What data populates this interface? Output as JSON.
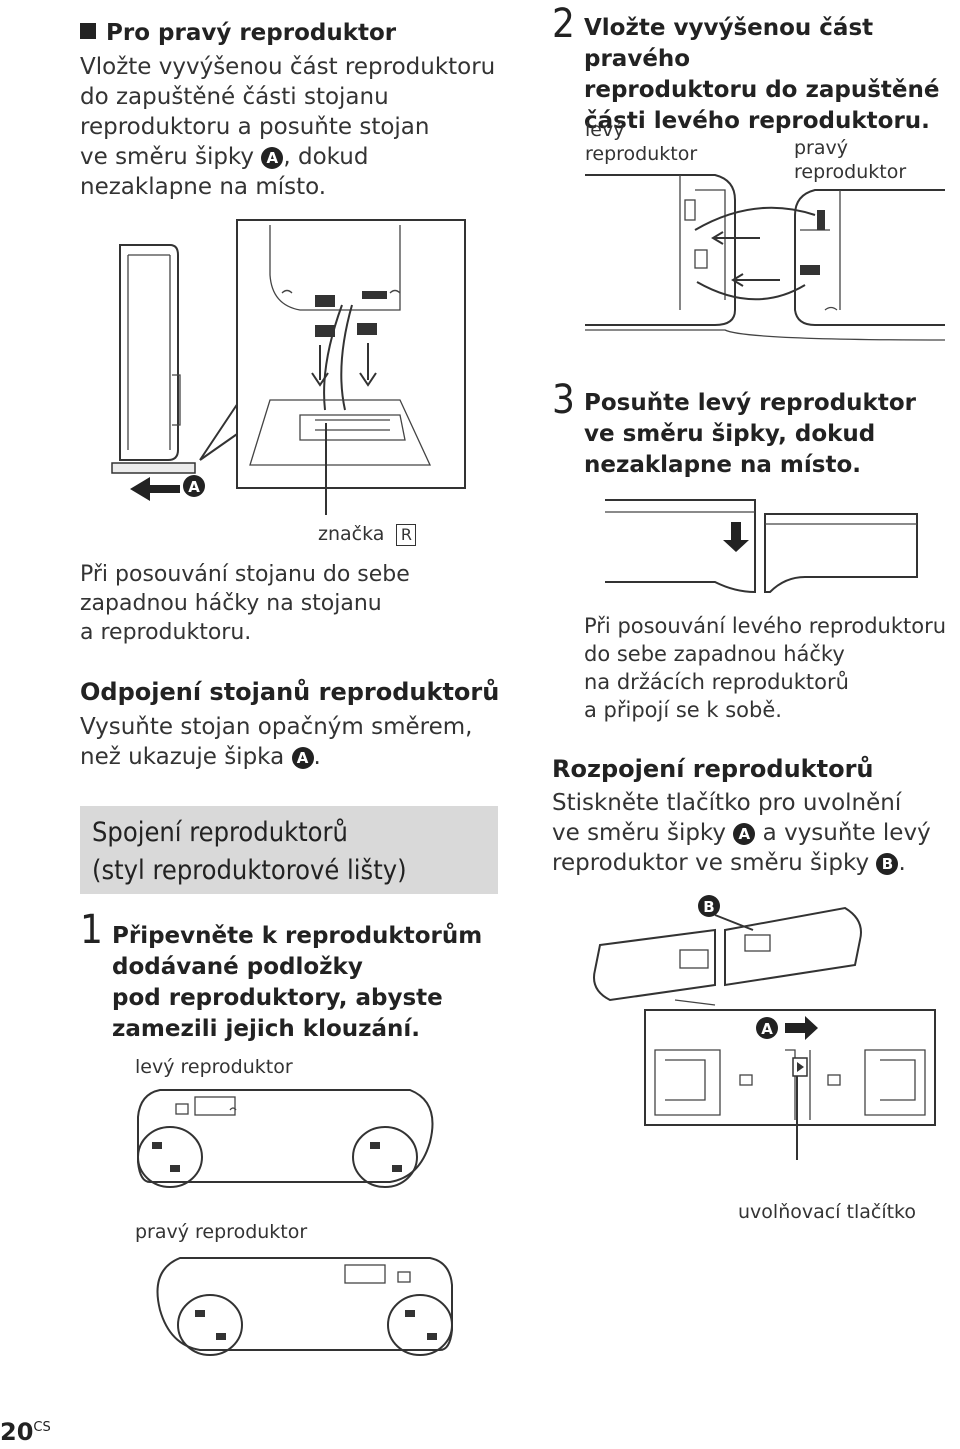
{
  "right_speaker": {
    "heading": "Pro pravý reproduktor",
    "text_1": "Vložte vyvýšenou část reproduktoru",
    "text_2": "do zapuštěné části stojanu",
    "text_3": "reproduktoru a posuňte stojan",
    "text_4a": "ve směru šipky",
    "marker_a": "A",
    "text_4b": ", dokud",
    "text_5": "nezaklapne na místo.",
    "figure_marker_a": "A",
    "mark_label": "značka",
    "mark_symbol": "R",
    "note_1": "Při posouvání stojanu do sebe",
    "note_2": "zapadnou háčky na stojanu",
    "note_3": "a reproduktoru."
  },
  "detach_stands": {
    "heading": "Odpojení stojanů reproduktorů",
    "text_1": "Vysuňte stojan opačným směrem,",
    "text_2a": "než ukazuje šipka",
    "marker_a": "A",
    "text_2b": "."
  },
  "bar_section": {
    "title_1": "Spojení reproduktorů",
    "title_2": "(styl reproduktorové lišty)"
  },
  "step1": {
    "number": "1",
    "text_1": "Připevněte k reproduktorům",
    "text_2": "dodávané podložky",
    "text_3": "pod reproduktory, abyste",
    "text_4": "zamezili jejich klouzání.",
    "left_label": "levý reproduktor",
    "right_label": "pravý reproduktor"
  },
  "step2": {
    "number": "2",
    "text_1": "Vložte vyvýšenou část pravého",
    "text_2": "reproduktoru do zapuštěné",
    "text_3": "části levého reproduktoru.",
    "left_label_1": "levý",
    "left_label_2": "reproduktor",
    "right_label_1": "pravý",
    "right_label_2": "reproduktor"
  },
  "step3": {
    "number": "3",
    "text_1": "Posuňte levý reproduktor",
    "text_2": "ve směru šipky, dokud",
    "text_3": "nezaklapne na místo.",
    "note_1": "Při posouvání levého reproduktoru",
    "note_2": "do sebe zapadnou háčky",
    "note_3": "na držácích reproduktorů",
    "note_4": "a připojí se k sobě."
  },
  "disconnect": {
    "heading": "Rozpojení reproduktorů",
    "text_1": "Stiskněte tlačítko pro uvolnění",
    "text_2a": "ve směru šipky",
    "marker_a": "A",
    "text_2b": "a vysuňte levý",
    "text_3a": "reproduktor ve směru šipky",
    "marker_b": "B",
    "text_3b": ".",
    "figure_marker_a": "A",
    "figure_marker_b": "B",
    "release_label": "uvolňovací tlačítko"
  },
  "footer": {
    "page_number": "20",
    "lang": "CS"
  }
}
